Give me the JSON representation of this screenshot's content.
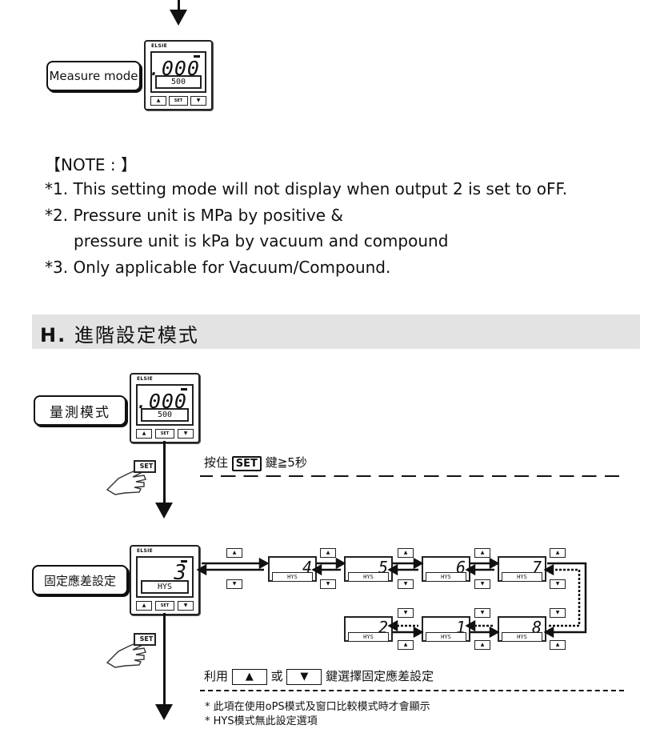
{
  "device": {
    "brand": "ELSIE",
    "main_value": ".000",
    "sub_value": "500",
    "btn_up": "▲",
    "btn_set": "SET",
    "btn_down": "▼"
  },
  "top": {
    "mode_label": "Measure mode"
  },
  "notes": {
    "header": "【NOTE : 】",
    "n1": "*1. This setting mode will not display when output 2 is set to oFF.",
    "n2a": "*2. Pressure unit is MPa by positive &",
    "n2b": "pressure unit is kPa by vacuum and compound",
    "n3": "*3. Only applicable for Vacuum/Compound."
  },
  "section": {
    "letter": "H.",
    "title": "進階設定模式"
  },
  "step1": {
    "mode_label": "量測模式",
    "hand_key": "SET",
    "instr_prefix": "按住",
    "instr_key": "SET",
    "instr_suffix": "鍵≧5秒"
  },
  "step2": {
    "mode_label": "固定應差設定",
    "main_value": "3",
    "sub_value": "HYS",
    "hand_key": "SET",
    "sequence": [
      "4",
      "5",
      "6",
      "7",
      "8",
      "1",
      "2"
    ],
    "box_label": "HYS",
    "instr_prefix": "利用",
    "instr_up": "▲",
    "instr_or": "或",
    "instr_down": "▼",
    "instr_suffix": "鍵選擇固定應差設定",
    "foot1": "* 此項在使用oPS模式及窗口比較模式時才會顯示",
    "foot2": "* HYS模式無此設定選項"
  }
}
